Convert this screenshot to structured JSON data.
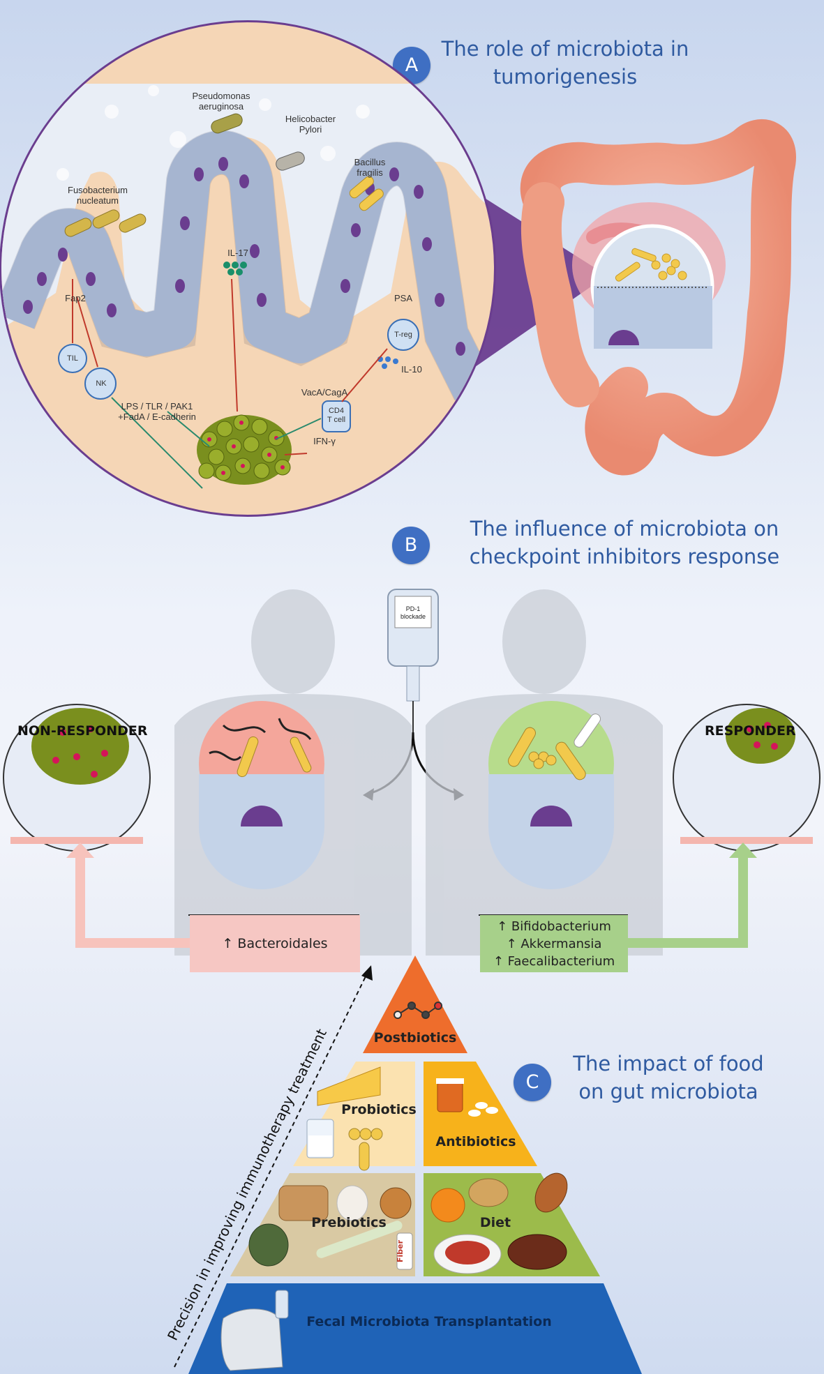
{
  "sections": {
    "a": {
      "badge": "A",
      "title_line1": "The role of microbiota in",
      "title_line2": "tumorigenesis"
    },
    "b": {
      "badge": "B",
      "title_line1": "The influence of microbiota on",
      "title_line2": "checkpoint inhibitors response"
    },
    "c": {
      "badge": "C",
      "title_line1": "The impact of food",
      "title_line2": "on gut microbiota"
    }
  },
  "panel_a": {
    "bacteria": {
      "pseudomonas_1": "Pseudomonas",
      "pseudomonas_2": "aeruginosa",
      "helicobacter_1": "Helicobacter",
      "helicobacter_2": "Pylori",
      "bacillus_1": "Bacillus",
      "bacillus_2": "fragilis",
      "fuso_1": "Fusobacterium",
      "fuso_2": "nucleatum"
    },
    "labels": {
      "fap2": "Fap2",
      "til": "TIL",
      "nk": "NK",
      "il17": "IL-17",
      "psa": "PSA",
      "treg": "T-reg",
      "il10": "IL-10",
      "lps_1": "LPS / TLR / PAK1",
      "lps_2": "+FadA / E-cadherin",
      "vaca": "VacA/CagA",
      "cd4_1": "CD4",
      "cd4_2": "T cell",
      "ifn": "IFN-γ"
    }
  },
  "panel_b": {
    "non_responder": "NON-RESPONDER",
    "responder": "RESPONDER",
    "bag_label_1": "PD-1",
    "bag_label_2": "blockade",
    "non_responder_box": [
      "↑ Bacteroidales"
    ],
    "responder_box": [
      "↑ Bifidobacterium",
      "↑ Akkermansia",
      "↑ Faecalibacterium"
    ]
  },
  "panel_c": {
    "arrow_label": "Precision in improving immunotherapy treatment",
    "postbiotics": "Postbiotics",
    "probiotics": "Probiotics",
    "antibiotics": "Antibiotics",
    "prebiotics": "Prebiotics",
    "diet": "Diet",
    "fiber": "Fiber",
    "fmt": "Fecal Microbiota Transplantation"
  },
  "colors": {
    "heading": "#2f5aa0",
    "badge": "#3f6fc3",
    "purple": "#6a3d8f",
    "tumor_green": "#7a8f1e",
    "non_responder_pink": "#f6c7c3",
    "responder_green": "#a7d08a",
    "pyr_postbiotics": "#ee6d2c",
    "pyr_probiotics": "#fbe2b0",
    "pyr_antibiotics": "#f7b21b",
    "pyr_prebiotics": "#d9c9a3",
    "pyr_diet": "#9cbb4b",
    "pyr_fmt": "#1f63b7"
  }
}
